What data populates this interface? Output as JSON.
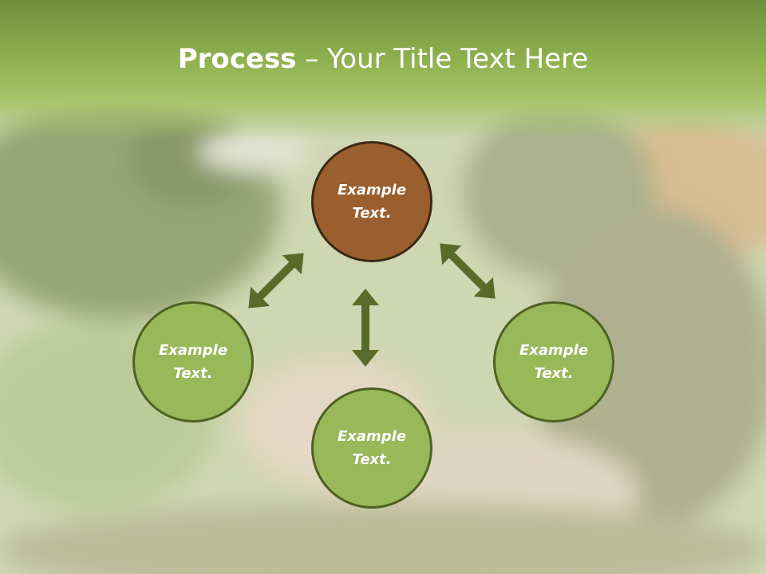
{
  "slide": {
    "title_bold": "Process",
    "title_rest": " – Your Title Text Here",
    "background": "blurred photo of a camouflaged paintball player aiming, faded green overlay"
  },
  "diagram": {
    "type": "cycle",
    "nodes": [
      {
        "id": "top",
        "label": "Example Text.",
        "color": "#9b5e2f"
      },
      {
        "id": "left",
        "label": "Example Text.",
        "color": "#98b85a"
      },
      {
        "id": "right",
        "label": "Example Text.",
        "color": "#98b85a"
      },
      {
        "id": "bottom",
        "label": "Example Text.",
        "color": "#98b85a"
      }
    ],
    "edges": [
      {
        "from": "top",
        "to": "left",
        "style": "double-arrow"
      },
      {
        "from": "top",
        "to": "right",
        "style": "double-arrow"
      },
      {
        "from": "top",
        "to": "bottom",
        "style": "double-arrow"
      }
    ],
    "arrow_color": "#5a6a2a",
    "header_color": "#8fb04f"
  }
}
